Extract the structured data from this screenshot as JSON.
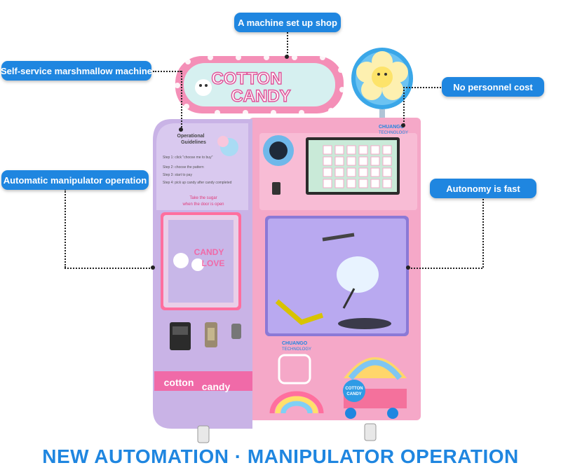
{
  "callouts": {
    "shop": "A machine set up shop",
    "self_service": "Self-service marshmallow machine",
    "no_personnel": "No personnel cost",
    "manipulator": "Automatic manipulator operation",
    "autonomy": "Autonomy is fast"
  },
  "machine": {
    "sign_line1": "COTTON",
    "sign_line2": "CANDY",
    "guide_title_1": "Operational",
    "guide_title_2": "Guidelines",
    "step1": "Step 1: click \"choose me to buy\"",
    "step2": "Step 2: choose the pattern",
    "step3": "Step 3: start to pay",
    "step4": "Step 4: pick up candy after candy completed",
    "take_sugar_1": "Take the sugar",
    "take_sugar_2": "when the door is open",
    "window_text_1": "CANDY",
    "window_text_2": "LOVE",
    "panel_label_1": "cotton",
    "panel_label_2": "candy",
    "brand_name": "CHUANGO",
    "brand_sub": "TECHNOLOGY",
    "cart_label_1": "COTTON",
    "cart_label_2": "CANDY"
  },
  "caption": "NEW AUTOMATION · MANIPULATOR OPERATION",
  "colors": {
    "accent": "#1f86e0",
    "machine_pink": "#f5a8c8",
    "machine_purple": "#c9b3e6"
  }
}
